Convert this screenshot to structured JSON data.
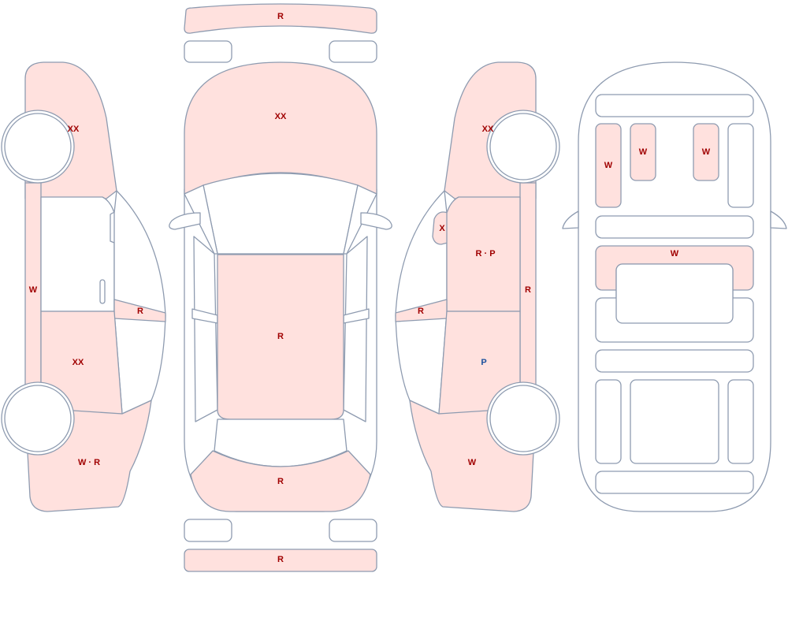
{
  "colors": {
    "damage_fill": "#ffe1de",
    "outline": "#8e9bb0",
    "code_red": "#a00000",
    "code_blue": "#1a4f9c"
  },
  "codes": {
    "front_bumper": "R",
    "hood": "XX",
    "roof": "R",
    "trunk_lid": "R",
    "rear_bumper": "R",
    "left_front_fender": "XX",
    "left_rocker": "W",
    "left_front_door_mirror": "R",
    "left_rear_door": "XX",
    "left_rear_quarter": "W · R",
    "right_front_fender": "XX",
    "right_mirror": "X",
    "right_front_door": "R · P",
    "right_rocker": "R",
    "right_rear_door_mirror": "R",
    "right_rear_door": "P",
    "right_rear_quarter": "W",
    "floor_left_pillar": "W",
    "floor_left_seat": "W",
    "floor_right_seat": "W",
    "floor_crossmember": "W"
  }
}
